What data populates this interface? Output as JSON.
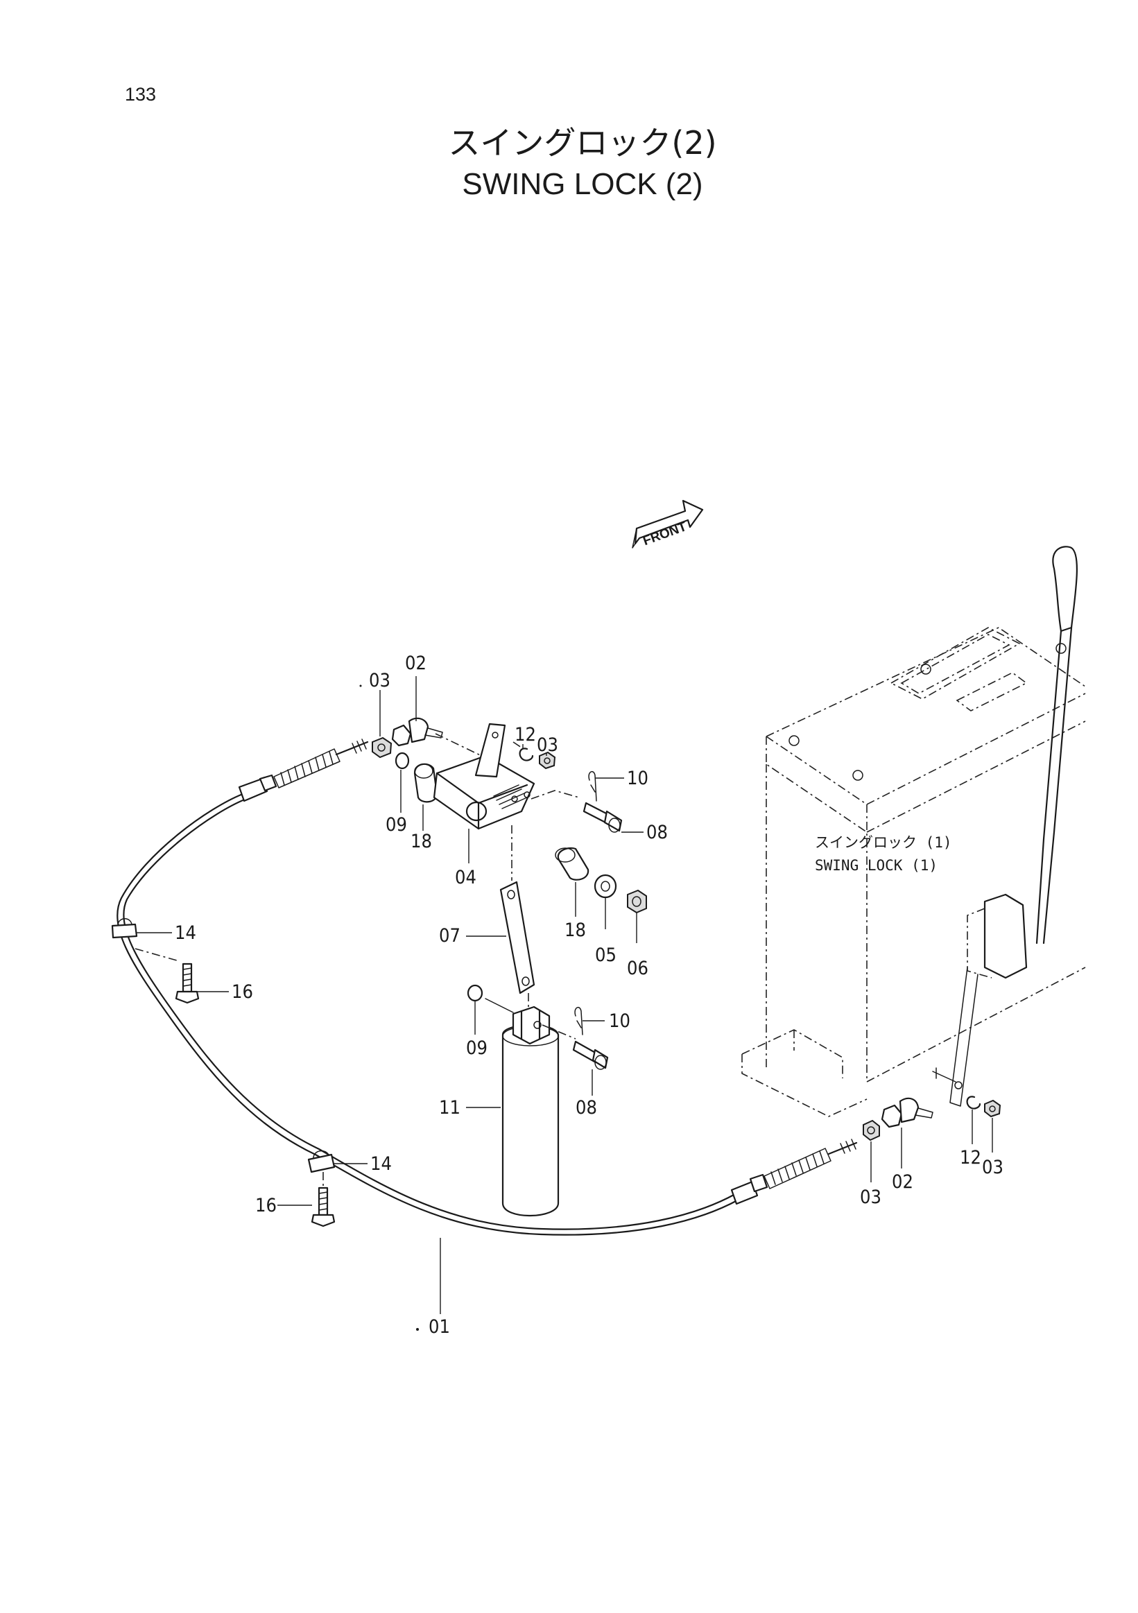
{
  "page_number": "133",
  "title_jp": "スイングロック(2)",
  "title_en": "SWING LOCK (2)",
  "front_label": "FRONT",
  "reference": {
    "jp": "スイングロック (1)",
    "en": "SWING LOCK (1)"
  },
  "parts": {
    "p01": "01",
    "p02": "02",
    "p03": "03",
    "p04": "04",
    "p05": "05",
    "p06": "06",
    "p07": "07",
    "p08": "08",
    "p09": "09",
    "p10": "10",
    "p11": "11",
    "p12": "12",
    "p14": "14",
    "p16": "16",
    "p18": "18"
  }
}
